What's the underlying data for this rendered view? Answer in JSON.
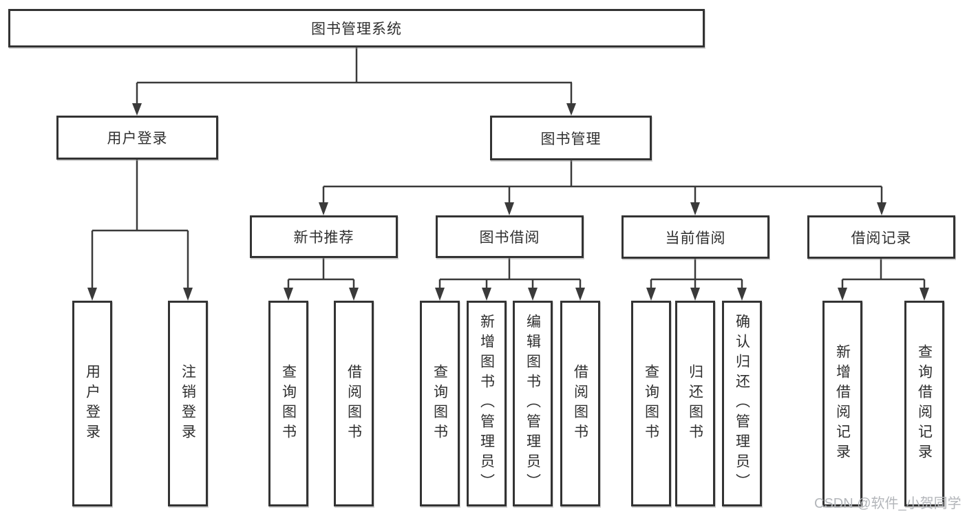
{
  "nodes": {
    "root": "图书管理系统",
    "user_login": "用户登录",
    "book_management": "图书管理",
    "new_book_recommend": "新书推荐",
    "book_borrow": "图书借阅",
    "current_borrow": "当前借阅",
    "borrow_record": "借阅记录",
    "leaves": [
      "用户登录",
      "注销登录",
      "查询图书",
      "借阅图书",
      "查询图书",
      "新增图书（管理员）",
      "编辑图书（管理员）",
      "借阅图书",
      "查询图书",
      "归还图书",
      "确认归还（管理员）",
      "新增借阅记录",
      "查询借阅记录"
    ]
  },
  "watermark": "CSDN @软件_小贺同学",
  "colors": {
    "line": "#3a3a3a",
    "text": "#2f2f2f",
    "box_background": "#ffffff",
    "page_background": "#ffffff",
    "watermark": "#b3b6ba"
  }
}
